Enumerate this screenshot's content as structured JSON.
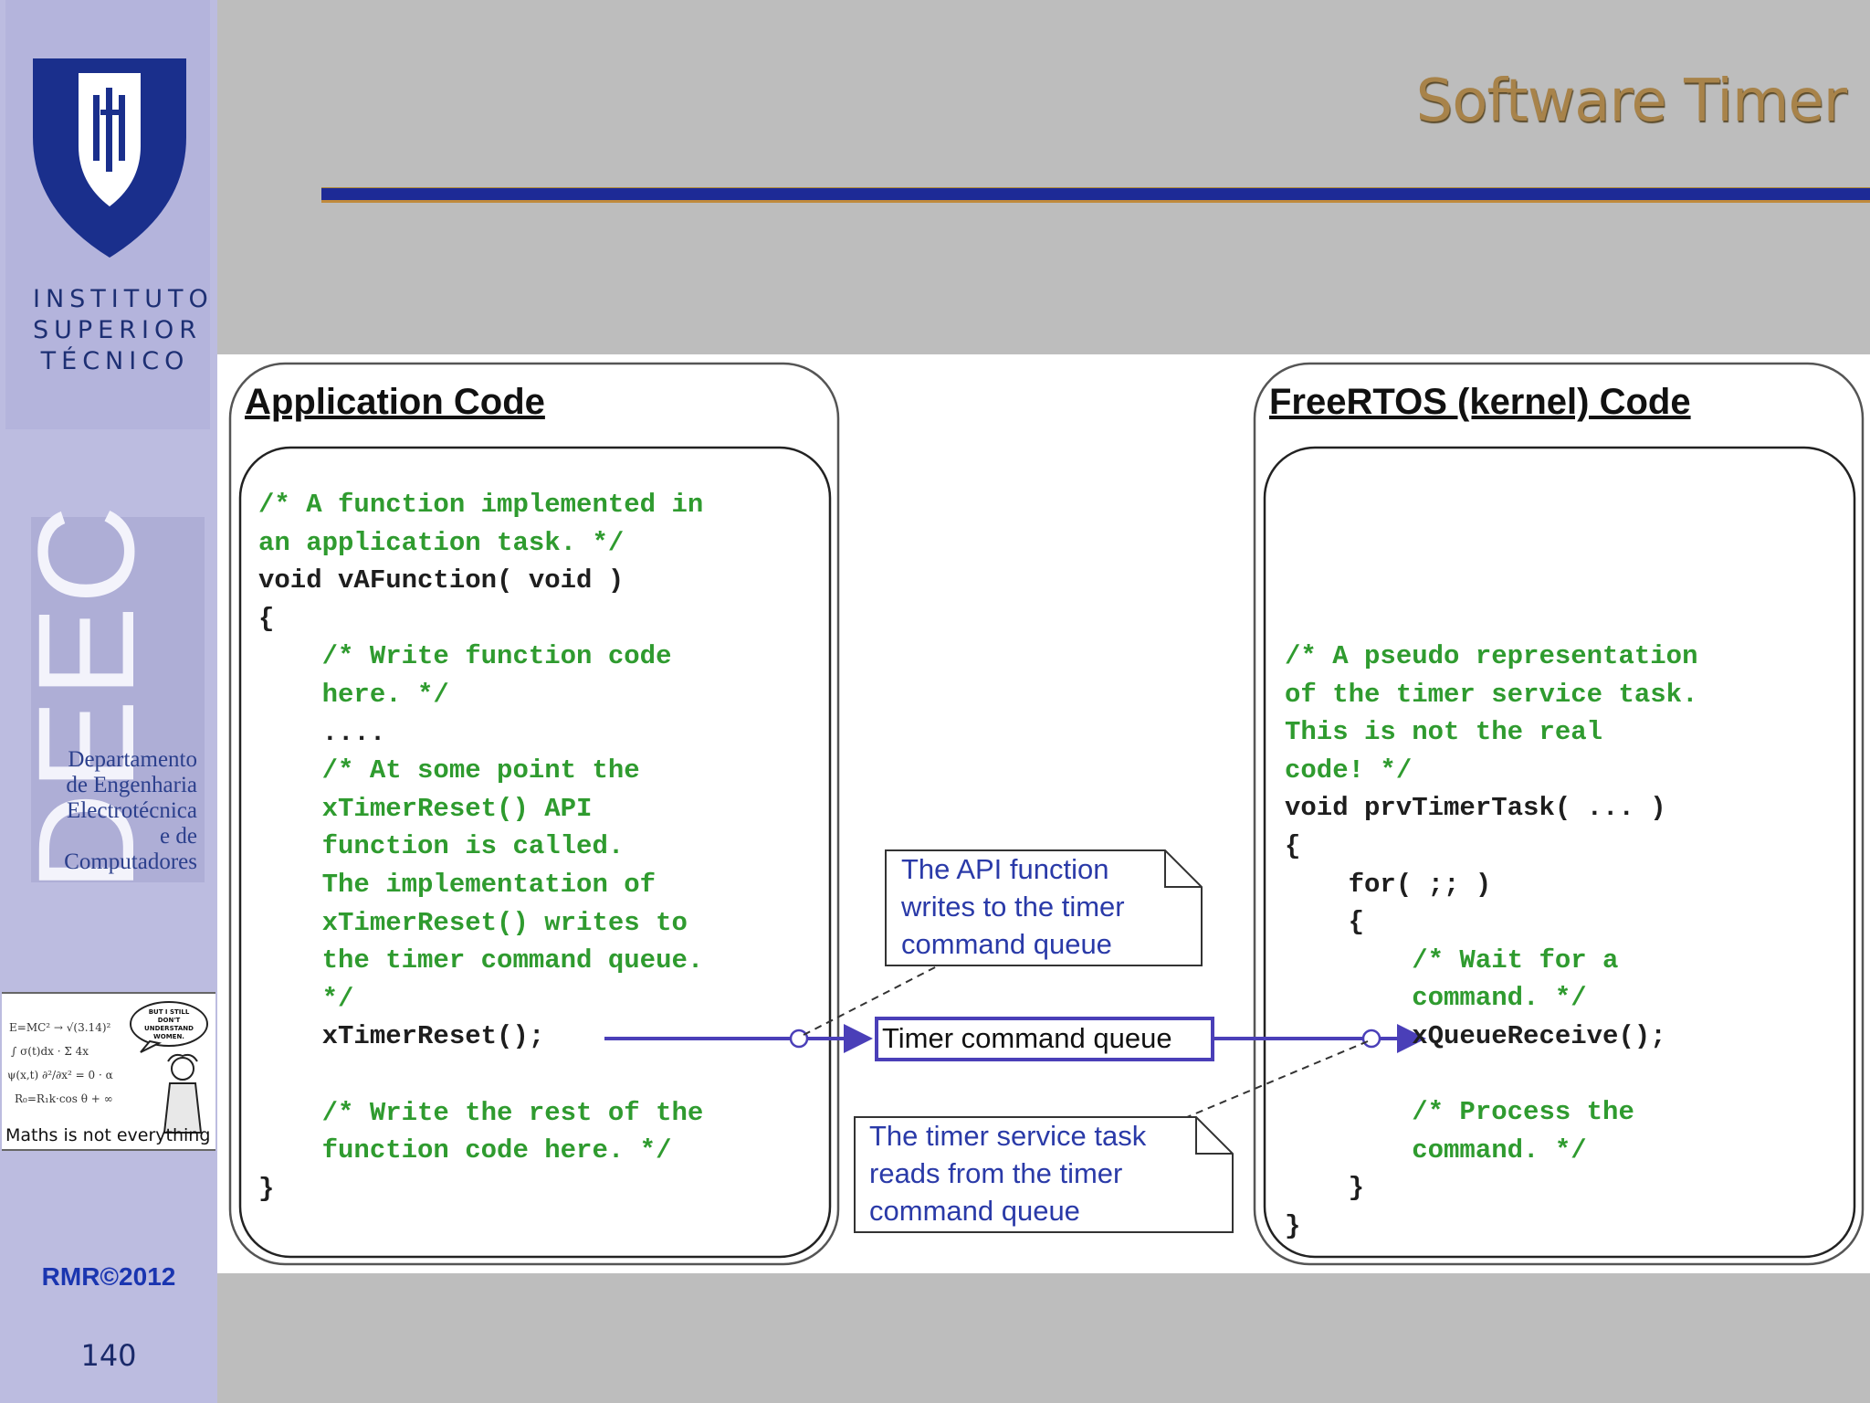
{
  "sidebar": {
    "institution_lines": [
      "INSTITUTO",
      "SUPERIOR",
      "TÉCNICO"
    ],
    "department_acronym": "DEEC",
    "department_lines": [
      "Departamento",
      "de Engenharia",
      "Electrotécnica",
      "e de",
      "Computadores"
    ],
    "cartoon_caption": "Maths is not everything",
    "cartoon_bubble": "BUT I STILL DON'T UNDERSTAND WOMEN.",
    "copyright": "RMR©2012",
    "page_number": "140"
  },
  "slide": {
    "title": "Software Timer"
  },
  "diagram": {
    "app_box": {
      "heading": "Application Code",
      "code_lines": [
        {
          "text": "/* A function implemented in",
          "style": "green"
        },
        {
          "text": "an application task. */",
          "style": "green"
        },
        {
          "text": "void vAFunction( void )",
          "style": "black"
        },
        {
          "text": "{",
          "style": "black"
        },
        {
          "text": "    /* Write function code",
          "style": "green"
        },
        {
          "text": "    here. */",
          "style": "green"
        },
        {
          "text": "    ....",
          "style": "black"
        },
        {
          "text": "    /* At some point the",
          "style": "green"
        },
        {
          "text": "    xTimerReset() API",
          "style": "green"
        },
        {
          "text": "    function is called.",
          "style": "green"
        },
        {
          "text": "    The implementation of",
          "style": "green"
        },
        {
          "text": "    xTimerReset() writes to",
          "style": "green"
        },
        {
          "text": "    the timer command queue.",
          "style": "green"
        },
        {
          "text": "    */",
          "style": "green"
        },
        {
          "text": "    xTimerReset();",
          "style": "black"
        },
        {
          "text": "",
          "style": "black"
        },
        {
          "text": "    /* Write the rest of the",
          "style": "green"
        },
        {
          "text": "    function code here. */",
          "style": "green"
        },
        {
          "text": "}",
          "style": "black"
        }
      ]
    },
    "kernel_box": {
      "heading": "FreeRTOS (kernel) Code",
      "code_lines": [
        {
          "text": "/* A pseudo representation",
          "style": "green"
        },
        {
          "text": "of the timer service task.",
          "style": "green"
        },
        {
          "text": "This is not the real",
          "style": "green"
        },
        {
          "text": "code! */",
          "style": "green"
        },
        {
          "text": "void prvTimerTask( ... )",
          "style": "black"
        },
        {
          "text": "{",
          "style": "black"
        },
        {
          "text": "    for( ;; )",
          "style": "black"
        },
        {
          "text": "    {",
          "style": "black"
        },
        {
          "text": "        /* Wait for a",
          "style": "green"
        },
        {
          "text": "        command. */",
          "style": "green"
        },
        {
          "text": "        xQueueReceive();",
          "style": "black"
        },
        {
          "text": "",
          "style": "black"
        },
        {
          "text": "        /* Process the",
          "style": "green"
        },
        {
          "text": "        command. */",
          "style": "green"
        },
        {
          "text": "    }",
          "style": "black"
        },
        {
          "text": "}",
          "style": "black"
        }
      ]
    },
    "queue_label": "Timer command queue",
    "note_write": "The API function\nwrites to the timer\ncommand queue",
    "note_read": "The timer service task\nreads from the timer\ncommand queue",
    "colors": {
      "arrow": "#4a3fb8",
      "comment_green": "#2f9b2f",
      "note_text": "#2a3aa8",
      "title_gold": "#a8834a"
    }
  }
}
